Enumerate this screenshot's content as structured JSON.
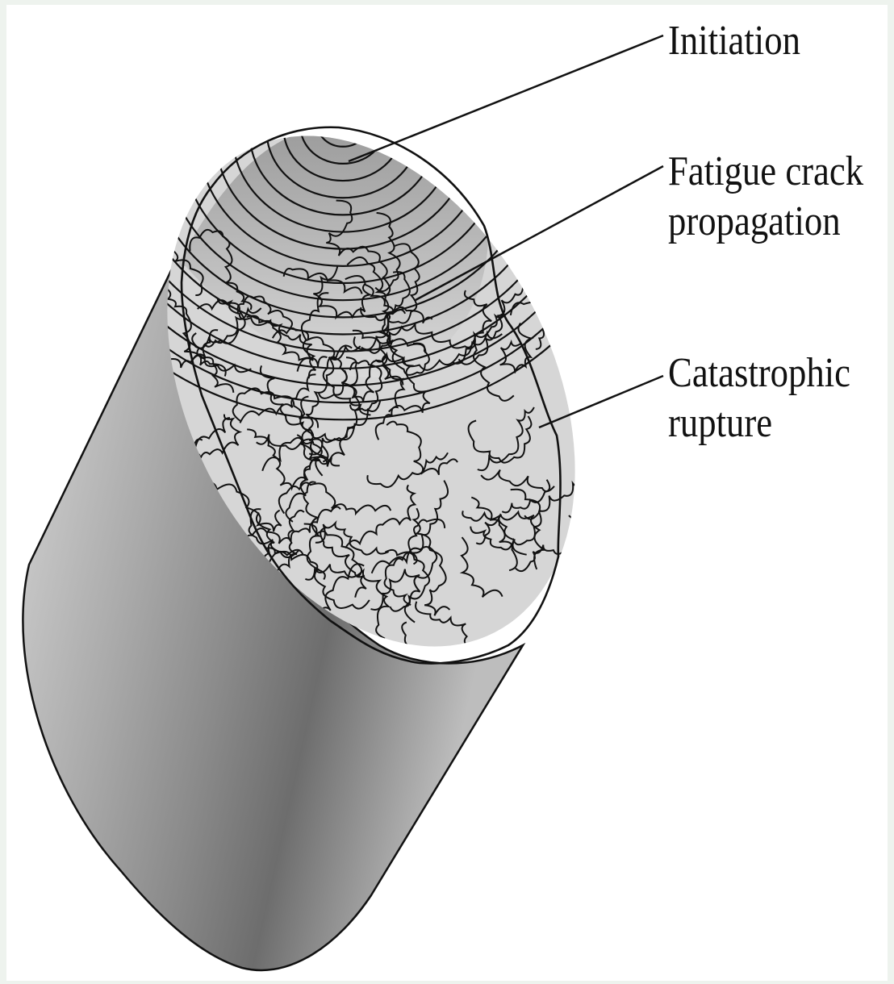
{
  "labels": {
    "initiation": {
      "lines": [
        "Initiation"
      ]
    },
    "propagation": {
      "lines": [
        "Fatigue crack",
        "propagation"
      ]
    },
    "rupture": {
      "lines": [
        "Catastrophic",
        "rupture"
      ]
    }
  },
  "colors": {
    "background": "#eef3ee",
    "canvas": "#ffffff",
    "outline": "#111111",
    "fracture_surface": "#d4d4d4",
    "cylinder_dark": "#6f6f6f",
    "cylinder_light": "#dedede"
  }
}
